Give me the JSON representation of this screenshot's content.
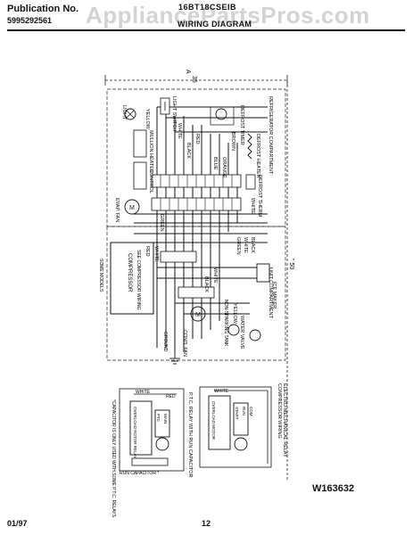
{
  "header": {
    "publication_label": "Publication No.",
    "publication_number": "5995292561",
    "model": "16BT18CSEIB",
    "title": "WIRING DIAGRAM",
    "watermark": "AppliancePartsPros.com"
  },
  "footer": {
    "date": "01/97",
    "page": "12",
    "diagram_id": "W163632"
  },
  "dimensions": {
    "top_height": "35",
    "right_height": "\" 50",
    "left_mark": "A"
  },
  "sections": {
    "refrigerator_compartment": "REFRIGERATOR COMPARTMENT",
    "unit_compartment": "UNIT COMPARTMENT",
    "compressor_wiring": "COMPRESSOR WIRING",
    "electro_mechanical_relay": "ELECTRO-MECHANICAL RELAY",
    "ptc_relay": "P.T.C. RELAY WITH RUN CAPACITOR",
    "ptc_note": "*CAPACITOR IS ONLY USED WITH SOME P.T.C. RELAYS.",
    "run_capacitor": "RUN CAPACITOR *",
    "overload_rotor_relay": "OVERLOAD ROTOR RELAY",
    "overload_motor": "OVERLOAD MOTOR"
  },
  "components": {
    "cabinet_light": "LIGHT",
    "light_switch": "LIGHT SWITCH",
    "defrost_timer": "DEFROST TIMER",
    "fz_heater": "MULLION HEATER",
    "fz_control": "CONTROL",
    "defrost_heater": "DEFROST HEATER",
    "defrost_thermostat": "DEFROST THERM",
    "evap_fan": "EVAP. FAN",
    "cond_fan": "COND. FAN",
    "compressor": "COMPRESSOR",
    "ice_maker": "ICE MAKER",
    "water_valve": "WATER VALVE",
    "non_sparking_tank": "NON-SPARKING TANK",
    "ground": "GROUND",
    "see_compressor_wiring": "SEE COMPRESSOR WIRING",
    "some_models": "SOME MODELS"
  },
  "wire_colors": {
    "white": "WHITE",
    "black": "BLACK",
    "red": "RED",
    "green": "GREEN",
    "yellow": "YELLOW",
    "brown": "BROWN",
    "orange": "ORANGE",
    "blue": "BLUE"
  },
  "terminals": {
    "start": "START",
    "run": "RUN",
    "common": "COM",
    "main": "MAIN",
    "ptc": "PTC"
  }
}
